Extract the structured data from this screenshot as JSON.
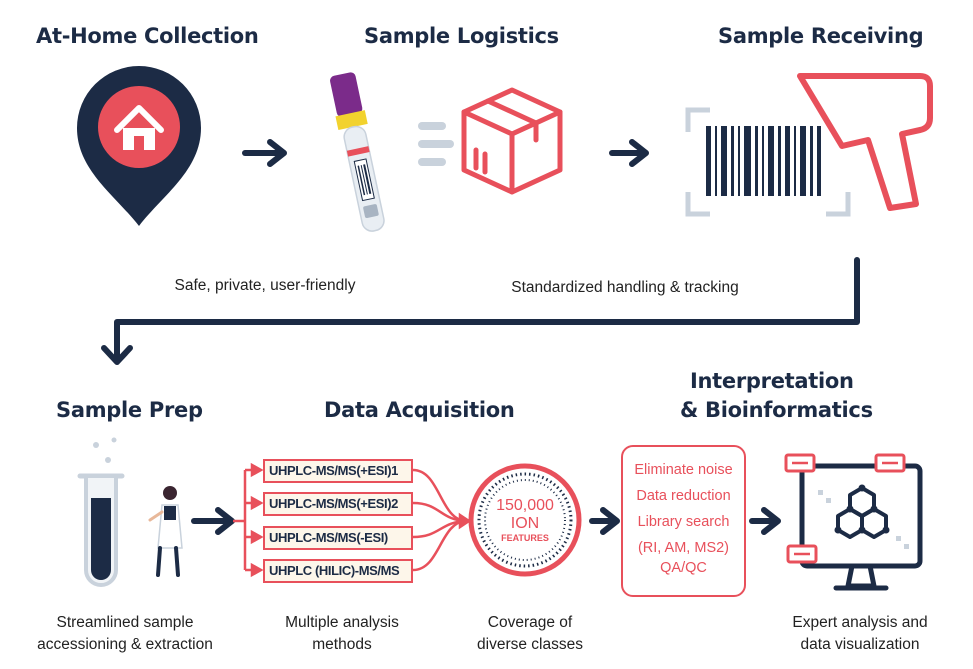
{
  "steps": {
    "home": {
      "title": "At-Home Collection"
    },
    "logistics": {
      "title": "Sample Logistics"
    },
    "receiving": {
      "title": "Sample Receiving"
    },
    "prep": {
      "title": "Sample Prep"
    },
    "acquisition": {
      "title": "Data Acquisition"
    },
    "interpretation": {
      "title_line1": "Interpretation",
      "title_line2": "& Bioinformatics"
    }
  },
  "captions": {
    "top_left": "Safe, private, user-friendly",
    "top_right": "Standardized handling & tracking",
    "prep_line1": "Streamlined sample",
    "prep_line2": "accessioning & extraction",
    "methods_line1": "Multiple analysis",
    "methods_line2": "methods",
    "coverage_line1": "Coverage of",
    "coverage_line2": "diverse classes",
    "expert_line1": "Expert analysis and",
    "expert_line2": "data visualization"
  },
  "methods": [
    "UHPLC-MS/MS(+ESI)1",
    "UHPLC-MS/MS(+ESI)2",
    "UHPLC-MS/MS(-ESI)",
    "UHPLC (HILIC)-MS/MS"
  ],
  "ion_circle": {
    "number": "150,000",
    "line2": "ION",
    "line3": "FEATURES"
  },
  "interpretation_items": [
    "Eliminate noise",
    "Data reduction",
    "Library search",
    "(RI, AM, MS2)",
    "QA/QC"
  ],
  "colors": {
    "navy": "#1c2b45",
    "coral": "#e8505b",
    "purple": "#7b2b8a",
    "yellow": "#f2d22e",
    "gray": "#c9d2dc"
  },
  "icons": [
    "location-pin-house-icon",
    "blood-tube-icon",
    "package-box-icon",
    "barcode-scanner-icon",
    "test-tube-scientist-icon",
    "molecule-monitor-icon",
    "arrow-right-icon",
    "arrow-down-icon"
  ]
}
